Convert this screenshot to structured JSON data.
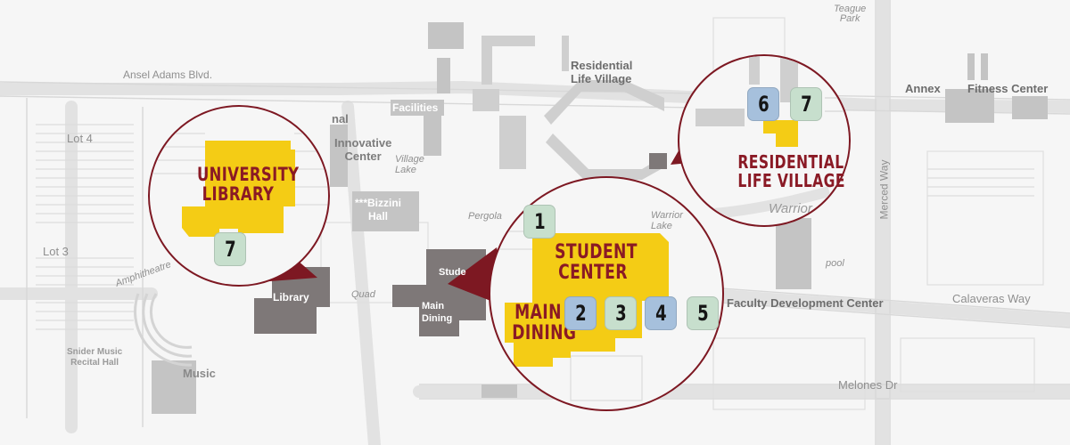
{
  "colors": {
    "maroon": "#7d1822",
    "gold": "#f4cc15",
    "badge_green": "#c7dfcd",
    "badge_blue": "#a6c0dc",
    "building_gray": "#c4c4c4",
    "building_dark": "#7e7878"
  },
  "map": {
    "streets": {
      "ansel_adams": "Ansel Adams Blvd.",
      "merced_way": "Merced Way",
      "calaveras_way": "Calaveras Way",
      "melones_dr": "Melones Dr"
    },
    "lots": {
      "lot4": "Lot 4",
      "lot3": "Lot 3"
    },
    "places": {
      "teague_park": "Teague\nPark",
      "residential_life_village": "Residential\nLife Village",
      "annex": "Annex",
      "fitness_center": "Fitness Center",
      "facilities": "Facilities",
      "innovative_center": "Innovative\nCenter",
      "village_lake": "Village\nLake",
      "bizzini_hall": "***Bizzini\nHall",
      "pergola": "Pergola",
      "warrior_lake": "Warrior\nLake",
      "pool": "pool",
      "faculty_development_center": "Faculty Development Center",
      "amphitheatre": "Amphitheatre",
      "quad": "Quad",
      "library_partial": "Library",
      "stude_partial": "Stude",
      "main_dining": "Main\nDining",
      "snider_music": "Snider Music\nRecital Hall",
      "music": "Music",
      "nal_partial": "nal"
    }
  },
  "callouts": {
    "library": {
      "title": "UNIVERSITY\nLIBRARY",
      "badges": [
        "7"
      ]
    },
    "student_center": {
      "title": "STUDENT\nCENTER",
      "sub": "MAIN\nDINING",
      "badges": [
        "1",
        "2",
        "3",
        "4",
        "5"
      ]
    },
    "residential": {
      "title": "RESIDENTIAL\nLIFE VILLAGE",
      "sub": "Warrior",
      "badges": [
        "6",
        "7"
      ]
    }
  }
}
